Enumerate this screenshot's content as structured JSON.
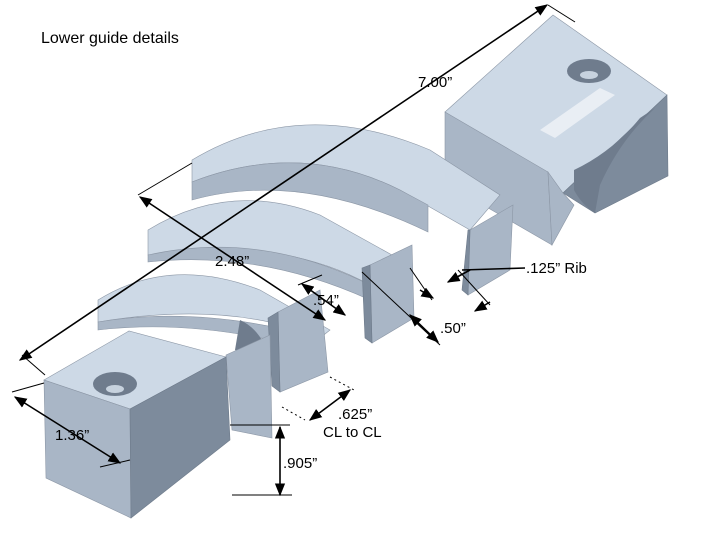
{
  "title": "Lower guide details",
  "dimensions": {
    "overall_length": "7.00”",
    "guide_spacing": "2.48”",
    "rib": ".125” Rib",
    "slot_depth": ".54”",
    "slot_width": ".50”",
    "cl_to_cl_value": ".625”",
    "cl_to_cl_text": "CL to CL",
    "block_width": "1.36”",
    "block_height": ".905”"
  },
  "colors": {
    "part_top": "#cdd9e6",
    "part_front": "#a9b6c6",
    "part_side": "#7d8b9c"
  }
}
